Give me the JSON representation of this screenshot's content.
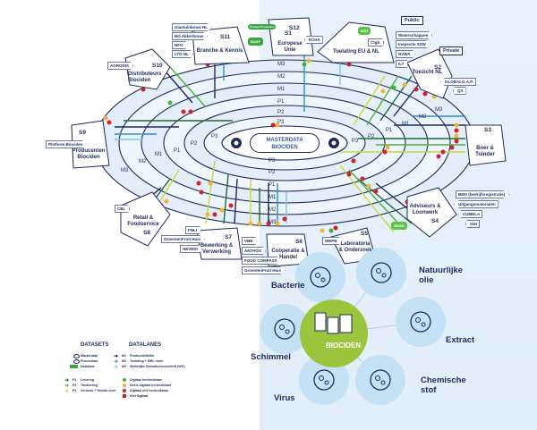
{
  "center": {
    "title_line1": "MASTERDATA",
    "title_line2": "BIOCIDEN"
  },
  "rings": {
    "outer_to_inner": [
      "M3",
      "M2",
      "M1",
      "P1",
      "P2",
      "P3"
    ]
  },
  "stakeholders": [
    {
      "id": "S1",
      "name": "Toelating EU & NL",
      "tags": [
        "Ctgb"
      ],
      "database": "MST"
    },
    {
      "id": "S2",
      "name": "Toezicht NL",
      "tags": [
        "Waterschappen",
        "Inspectie SZW",
        "NVWA",
        "ILT",
        "GLOBALG.A.P.",
        "QS"
      ]
    },
    {
      "id": "S3",
      "name": "Boer & Tuinder",
      "tags": []
    },
    {
      "id": "S4",
      "name": "Adviseurs & Loonwerk",
      "tags": [
        "BMS (bedrijfsregistratie)",
        "Uitgangsmaterialen",
        "CUMELA",
        "GDI"
      ],
      "database": "GDSN"
    },
    {
      "id": "S5",
      "name": "Laboratoria & Onderzoek",
      "tags": [
        "WEPB"
      ]
    },
    {
      "id": "S6",
      "name": "Coöperatie & Handel",
      "tags": [
        "VBB",
        "ANTHOS",
        "FOOD COMPASS",
        "GroentenFruit Huis"
      ]
    },
    {
      "id": "S7",
      "name": "Bewerking & Verwerking",
      "tags": [
        "FNLI",
        "GroentenFruit Huis",
        "NEVEDI"
      ]
    },
    {
      "id": "S8",
      "name": "Retail & Foodservice",
      "tags": [
        "CBL"
      ]
    },
    {
      "id": "S9",
      "name": "Producenten Biociden",
      "tags": [
        "Platform Biociden"
      ]
    },
    {
      "id": "S10",
      "name": "Distributeurs Biociden",
      "tags": [
        "AGRODIS"
      ]
    },
    {
      "id": "S11",
      "name": "Branche & Kennis",
      "tags": [
        "Glastuinbouw NL",
        "BO Akkerbouw",
        "NFO",
        "LTO NL"
      ]
    },
    {
      "id": "S12",
      "name": "Europese Unie",
      "tags": [
        "ECHA"
      ],
      "database": "Product Producers",
      "database2": "BASF"
    }
  ],
  "signs": {
    "public": "Public",
    "private": "Private"
  },
  "bubbles": {
    "core": "BIOCIDEN",
    "items": [
      {
        "label": "Bacterie",
        "icon": "bacteria-icon"
      },
      {
        "label": "Natuurlijke olie",
        "icon": "plant-oil-icon"
      },
      {
        "label": "Extract",
        "icon": "flask-extract-icon"
      },
      {
        "label": "Chemische stof",
        "icon": "hexagon-chemical-icon"
      },
      {
        "label": "Virus",
        "icon": "virus-icon"
      },
      {
        "label": "Schimmel",
        "icon": "petri-dish-icon"
      }
    ]
  },
  "legend": {
    "datasets_title": "DATASETS",
    "datalanes_title": "DATALANES",
    "datasets": [
      "Masterdata",
      "Procesdata",
      "Database"
    ],
    "datalanes": [
      {
        "code": "M1",
        "label": "Productdefinitie",
        "color": "#1c2a5e"
      },
      {
        "code": "M2",
        "label": "Toelating + MRL norm",
        "color": "#2b8fd0"
      },
      {
        "code": "M3",
        "label": "Wettelijke Gebruiksvoorschrift (WG)",
        "color": "#7cc6ee"
      }
    ],
    "flows": [
      {
        "code": "P1",
        "label": "Levering",
        "color": "#1e6b35"
      },
      {
        "code": "P2",
        "label": "Toediening",
        "color": "#4caf3c"
      },
      {
        "code": "P3",
        "label": "Verbruik + Residu level",
        "color": "#c9d93a"
      }
    ],
    "status": [
      {
        "label": "Digitaal herbruikbaar",
        "color": "#4caf3c"
      },
      {
        "label": "Deels digitaal herbruikbaar",
        "color": "#f0b43c"
      },
      {
        "label": "Digitaal niet herbruikbaar",
        "color": "#d4202c"
      },
      {
        "label": "Niet digitaal",
        "color": "#c0202c"
      }
    ]
  },
  "colors": {
    "navy": "#1c2a5e",
    "ring_fill": "#e6f1fa",
    "panel": "#e4eff9",
    "core_green": "#9bc53d",
    "bubble": "#c5e1f5"
  }
}
